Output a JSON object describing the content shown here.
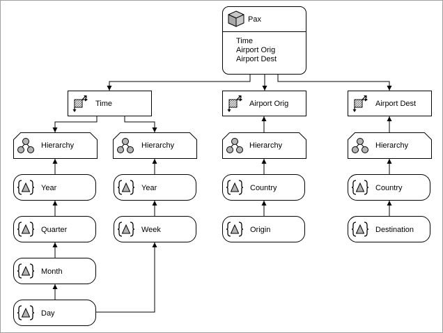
{
  "cube": {
    "title": "Pax",
    "dimensions": [
      "Time",
      "Airport Orig",
      "Airport Dest"
    ]
  },
  "dimensions": {
    "time": "Time",
    "airport_orig": "Airport Orig",
    "airport_dest": "Airport Dest"
  },
  "hierarchies": {
    "time_1": "Hierarchy",
    "time_2": "Hierarchy",
    "orig": "Hierarchy",
    "dest": "Hierarchy"
  },
  "levels": {
    "year_1": "Year",
    "quarter": "Quarter",
    "month": "Month",
    "day": "Day",
    "year_2": "Year",
    "week": "Week",
    "country_orig": "Country",
    "origin": "Origin",
    "country_dest": "Country",
    "destination": "Destination"
  },
  "colors": {
    "border": "#a0a0a0",
    "stroke": "#000000",
    "icon_fill": "#b4b4b4",
    "icon_hatch": "#707070"
  }
}
